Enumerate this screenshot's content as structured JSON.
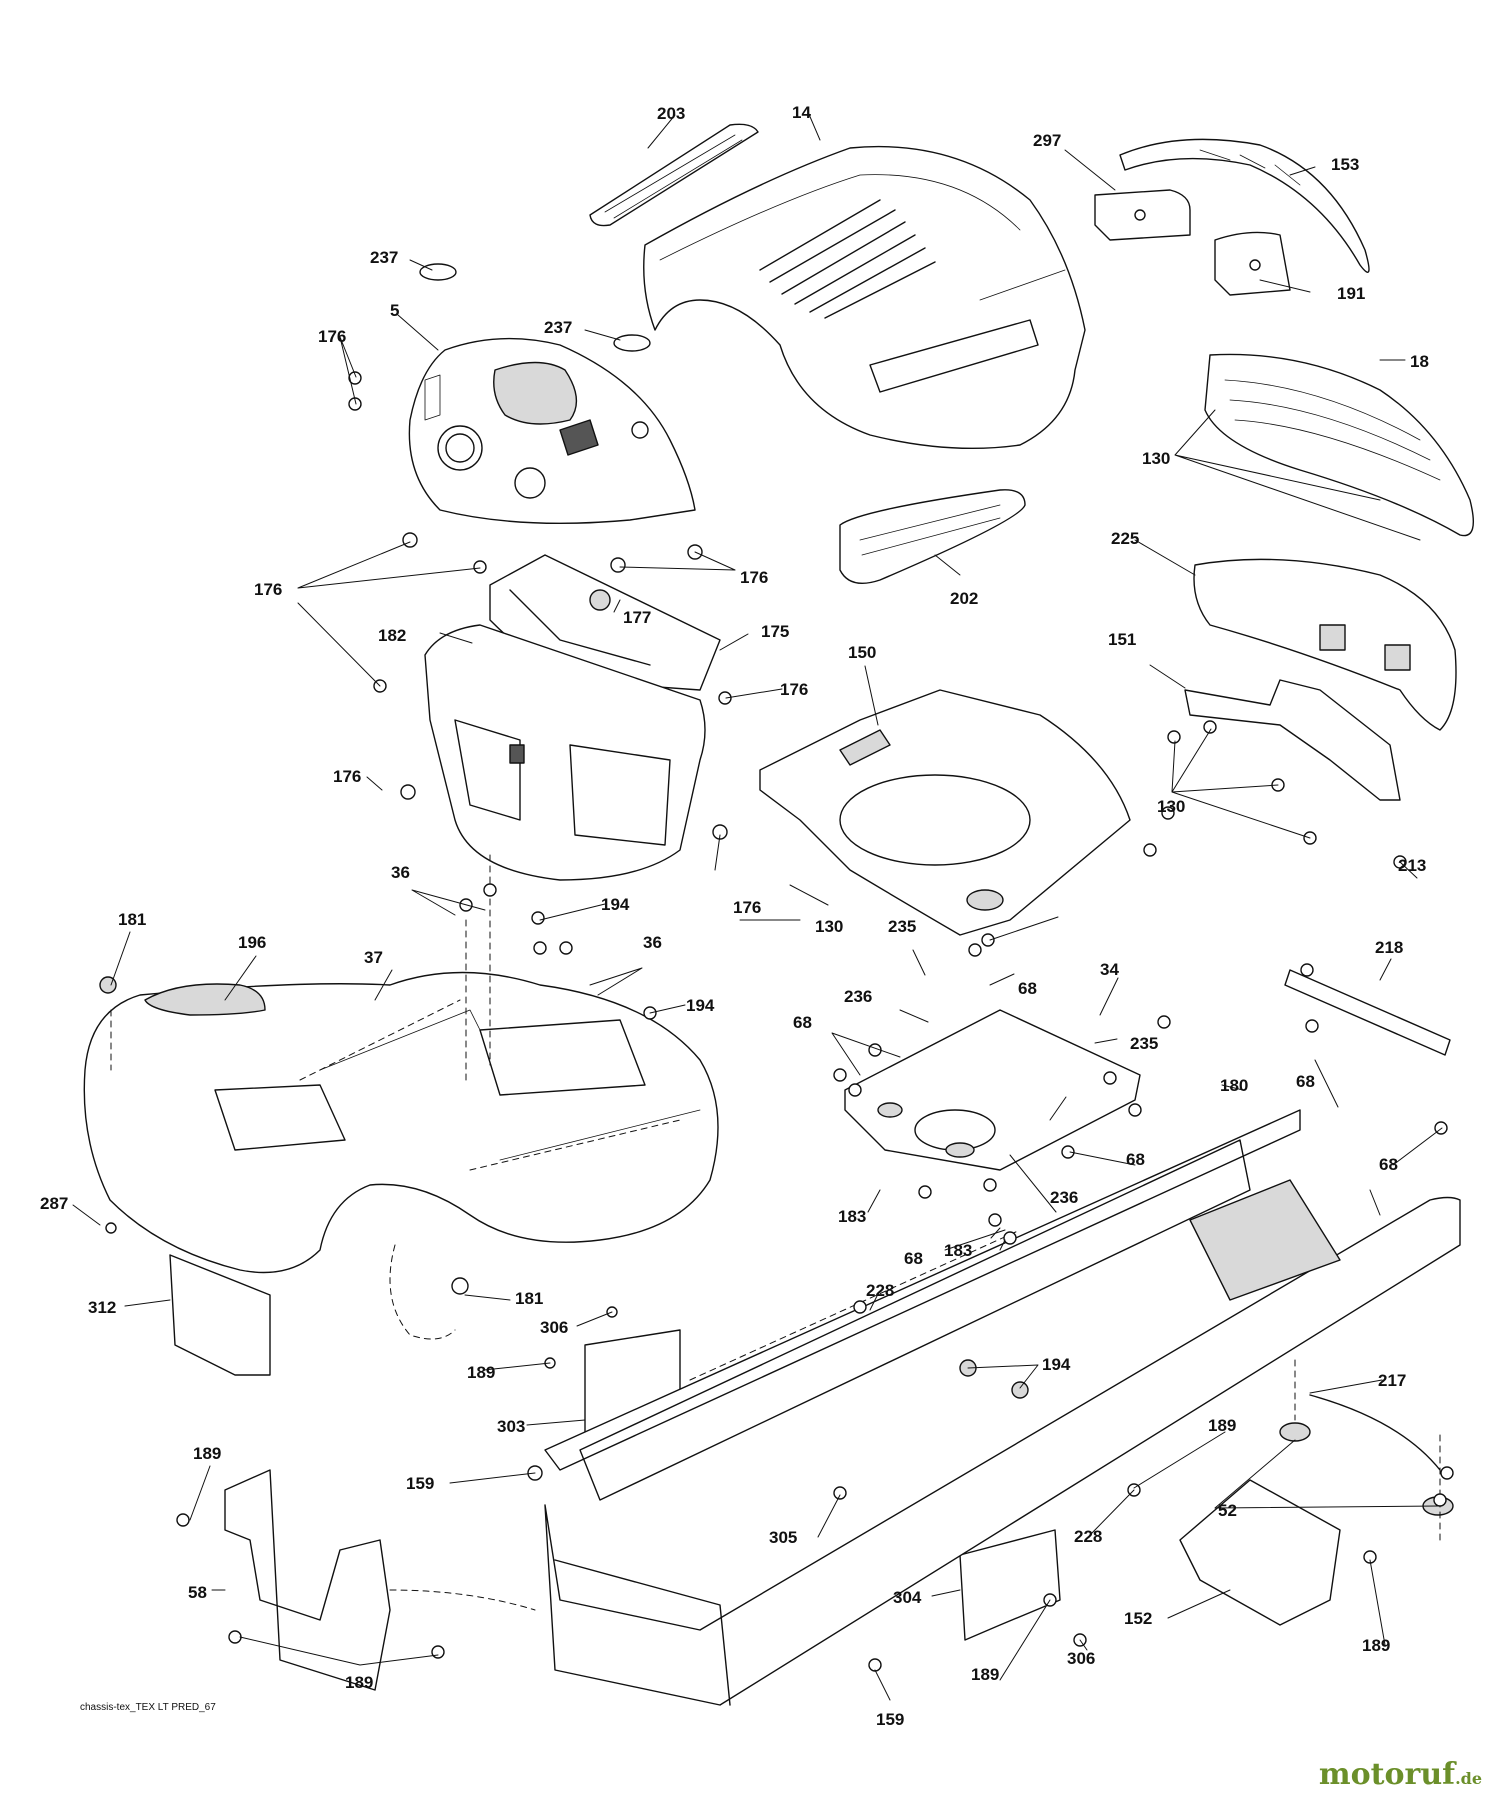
{
  "caption": "chassis-tex_TEX LT PRED_67",
  "brand": {
    "name": "motoruf",
    "suffix": ".de",
    "color": "#6b8f2a"
  },
  "callouts": [
    "203",
    "14",
    "297",
    "153",
    "237",
    "191",
    "5",
    "176",
    "237",
    "18",
    "130",
    "225",
    "202",
    "176",
    "177",
    "175",
    "182",
    "151",
    "150",
    "176",
    "176",
    "130",
    "176",
    "130",
    "36",
    "194",
    "176",
    "213",
    "181",
    "196",
    "37",
    "36",
    "235",
    "68",
    "34",
    "218",
    "194",
    "236",
    "68",
    "235",
    "68",
    "180",
    "68",
    "68",
    "287",
    "183",
    "236",
    "68",
    "183",
    "228",
    "312",
    "181",
    "306",
    "194",
    "217",
    "189",
    "189",
    "303",
    "52",
    "189",
    "159",
    "305",
    "228",
    "58",
    "304",
    "152",
    "189",
    "306",
    "189",
    "189",
    "159"
  ]
}
